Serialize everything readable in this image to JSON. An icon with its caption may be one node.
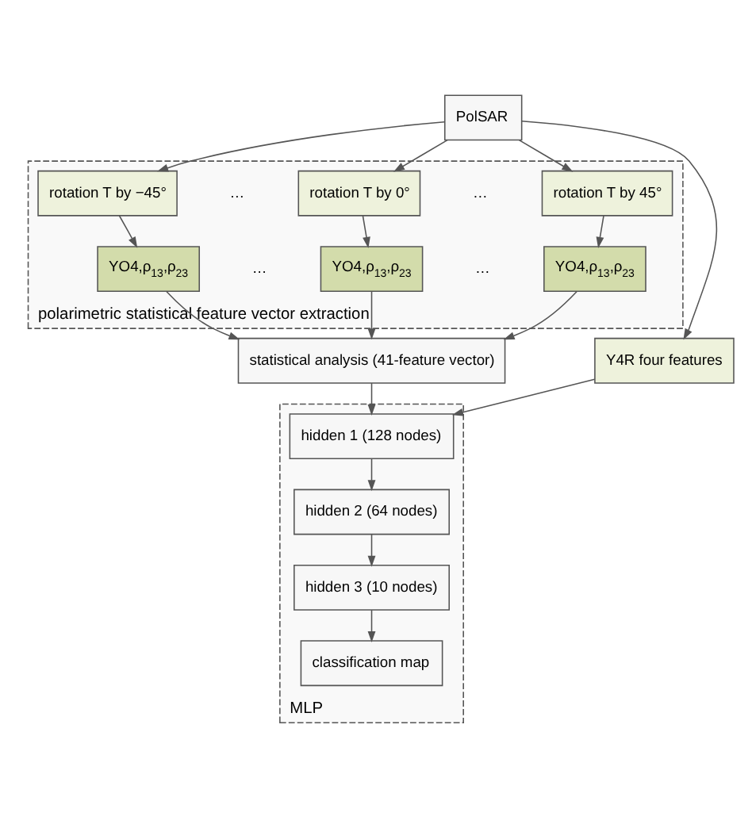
{
  "diagram": {
    "nodes": [
      {
        "text": [
          "PolSAR"
        ]
      },
      {
        "text": [
          "polarimetric statistical feature vector extraction"
        ]
      },
      {
        "text": [
          "rotation T by −45°"
        ],
        "in": 1
      },
      {
        "text": [
          "rotation T by 0°"
        ],
        "in": 1
      },
      {
        "text": [
          "rotation T by 45°"
        ],
        "in": 1
      },
      {
        "text": [
          "Y4R four features"
        ]
      },
      {
        "text": [
          "YO4,ρ$_{13}$,ρ$_{23}$"
        ],
        "in": 1
      },
      {
        "text": [
          "YO4,ρ$_{13}$,ρ$_{23}$"
        ],
        "in": 1
      },
      {
        "text": [
          "YO4,ρ$_{13}$,ρ$_{23}$"
        ],
        "in": 1
      },
      {
        "text": [
          "MLP"
        ]
      },
      {
        "text": [
          "statistical analysis (41-feature vector)"
        ]
      },
      {
        "text": [
          "hidden 1 (128 nodes)"
        ],
        "in": 9
      },
      {
        "text": [
          "hidden 2 (64 nodes)"
        ],
        "in": 9
      },
      {
        "text": [
          "hidden 3 (10 nodes)"
        ],
        "in": 9
      },
      {
        "text": [
          "classification map"
        ],
        "in": 9
      }
    ],
    "edges": [
      {
        "from": 0,
        "to": 2,
        "arrow": "to"
      },
      {
        "from": 0,
        "to": 3,
        "arrow": "to"
      },
      {
        "from": 0,
        "to": 4,
        "arrow": "to"
      },
      {
        "from": 0,
        "to": 5,
        "arrow": "to"
      },
      {
        "from": 2,
        "to": 6,
        "arrow": "to"
      },
      {
        "from": 3,
        "to": 7,
        "arrow": "to"
      },
      {
        "from": 4,
        "to": 8,
        "arrow": "to"
      },
      {
        "from": 6,
        "to": 10,
        "arrow": "to"
      },
      {
        "from": 7,
        "to": 10,
        "arrow": "to"
      },
      {
        "from": 8,
        "to": 10,
        "arrow": "to"
      },
      {
        "from": 5,
        "to": 11,
        "arrow": "to"
      },
      {
        "from": 10,
        "to": 11,
        "arrow": "to"
      },
      {
        "from": 11,
        "to": 12,
        "arrow": "to"
      },
      {
        "from": 12,
        "to": 13,
        "arrow": "to"
      },
      {
        "from": 13,
        "to": 14,
        "arrow": "to"
      }
    ],
    "labels": [
      "…",
      "…",
      "…",
      "…"
    ]
  }
}
